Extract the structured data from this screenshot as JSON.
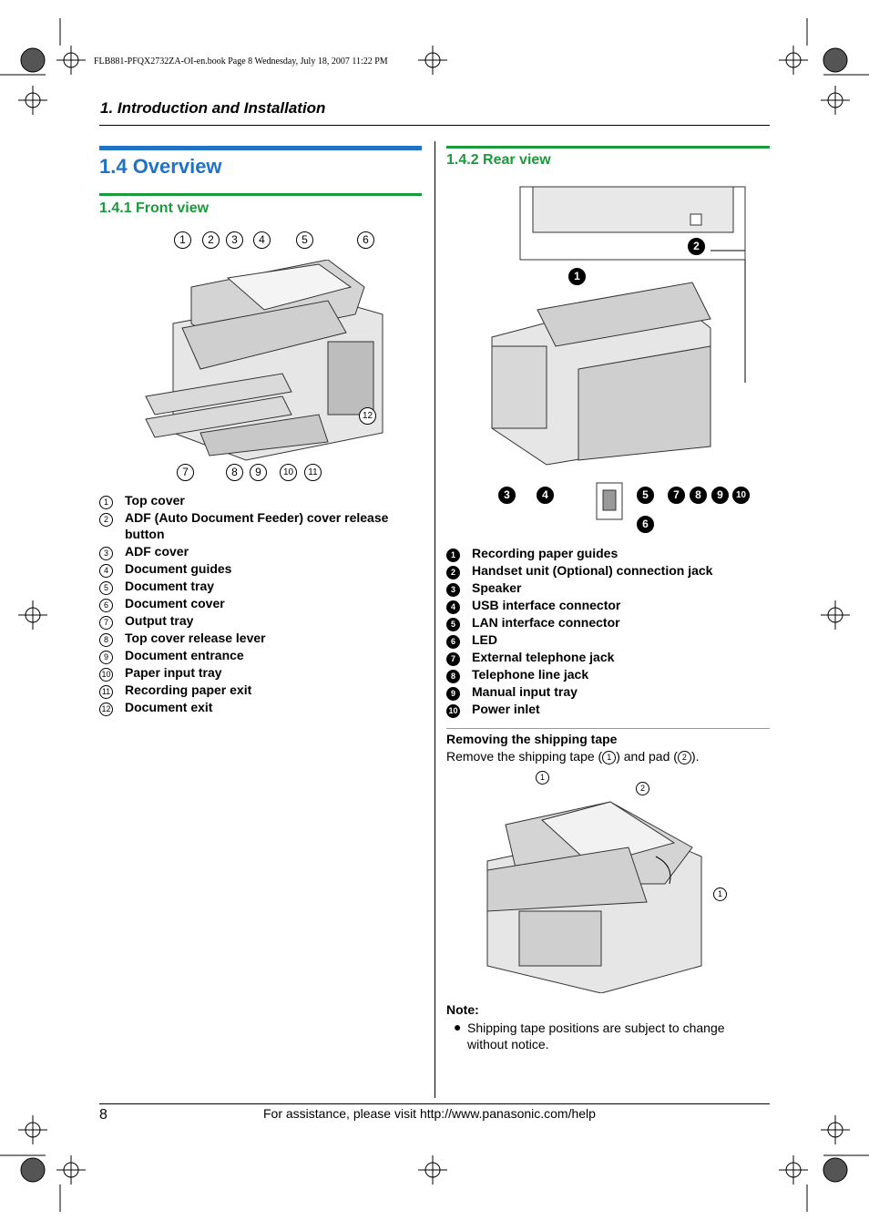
{
  "book_info": "FLB881-PFQX2732ZA-OI-en.book  Page 8  Wednesday, July 18, 2007  11:22 PM",
  "chapter_title": "1. Introduction and Installation",
  "section": {
    "number_title": "1.4 Overview",
    "front_view": {
      "heading": "1.4.1 Front view",
      "callouts": [
        "1",
        "2",
        "3",
        "4",
        "5",
        "6",
        "7",
        "8",
        "9",
        "10",
        "11",
        "12"
      ],
      "items": [
        {
          "num": "1",
          "label": "Top cover"
        },
        {
          "num": "2",
          "label": "ADF (Auto Document Feeder) cover release button"
        },
        {
          "num": "3",
          "label": "ADF cover"
        },
        {
          "num": "4",
          "label": "Document guides"
        },
        {
          "num": "5",
          "label": "Document tray"
        },
        {
          "num": "6",
          "label": "Document cover"
        },
        {
          "num": "7",
          "label": "Output tray"
        },
        {
          "num": "8",
          "label": "Top cover release lever"
        },
        {
          "num": "9",
          "label": "Document entrance"
        },
        {
          "num": "10",
          "label": "Paper input tray"
        },
        {
          "num": "11",
          "label": "Recording paper exit"
        },
        {
          "num": "12",
          "label": "Document exit"
        }
      ]
    },
    "rear_view": {
      "heading": "1.4.2 Rear view",
      "callouts": [
        "1",
        "2",
        "3",
        "4",
        "5",
        "6",
        "7",
        "8",
        "9",
        "10"
      ],
      "items": [
        {
          "num": "1",
          "label": "Recording paper guides"
        },
        {
          "num": "2",
          "label": "Handset unit (Optional) connection jack"
        },
        {
          "num": "3",
          "label": "Speaker"
        },
        {
          "num": "4",
          "label": "USB interface connector"
        },
        {
          "num": "5",
          "label": "LAN interface connector"
        },
        {
          "num": "6",
          "label": "LED"
        },
        {
          "num": "7",
          "label": "External telephone jack"
        },
        {
          "num": "8",
          "label": "Telephone line jack"
        },
        {
          "num": "9",
          "label": "Manual input tray"
        },
        {
          "num": "10",
          "label": "Power inlet"
        }
      ]
    },
    "shipping": {
      "title": "Removing the shipping tape",
      "text_before": "Remove the shipping tape (",
      "text_num1": "1",
      "text_mid": ") and pad (",
      "text_num2": "2",
      "text_after": ").",
      "callouts": [
        "1",
        "2",
        "1"
      ]
    },
    "note": {
      "title": "Note:",
      "bullet": "Shipping tape positions are subject to change without notice."
    }
  },
  "footer": {
    "page_number": "8",
    "assistance": "For assistance, please visit http://www.panasonic.com/help"
  },
  "colors": {
    "heading_blue": "#1f72c6",
    "heading_green": "#1a9a3a"
  }
}
